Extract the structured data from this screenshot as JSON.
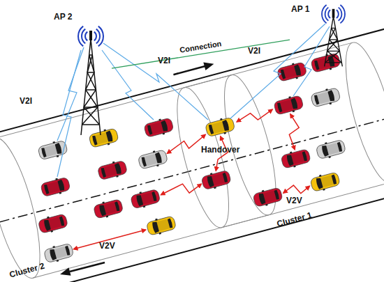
{
  "diagram": {
    "nodes": [
      {
        "text": [
          "AP 1"
        ]
      },
      {
        "text": [
          "AP 2"
        ]
      }
    ],
    "edges": [
      {
        "from": 1,
        "to": 0,
        "arrow": "none",
        "label": "Connection"
      }
    ],
    "labels": [
      "V2I",
      "V2I",
      "V2I",
      "Handover",
      "V2V",
      "Cluster 1",
      "V2V",
      "Cluster 2"
    ]
  }
}
